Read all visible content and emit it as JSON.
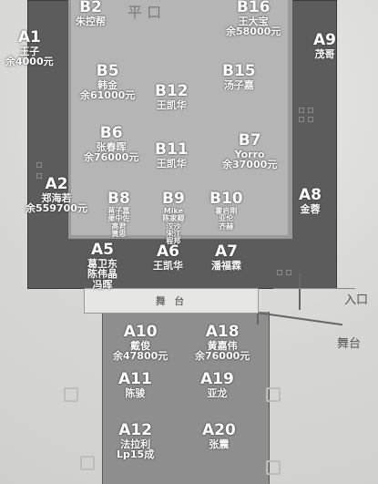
{
  "top_fragment": "平 口",
  "stage_label": "舞 台",
  "outside_labels": [
    "入口",
    "舞台"
  ],
  "booths": [
    {
      "code": "B2",
      "lines": [
        "朱控帮"
      ]
    },
    {
      "code": "B16",
      "lines": [
        "王大宝",
        "余58000元"
      ]
    },
    {
      "code": "A1",
      "lines": [
        "王子",
        "余4000元"
      ]
    },
    {
      "code": "A9",
      "lines": [
        "茂哥"
      ]
    },
    {
      "code": "B5",
      "lines": [
        "韩金",
        "余61000元"
      ]
    },
    {
      "code": "B15",
      "lines": [
        "汤子嘉"
      ]
    },
    {
      "code": "B12",
      "lines": [
        "王凯华"
      ]
    },
    {
      "code": "B6",
      "lines": [
        "张春晖",
        "余76000元"
      ]
    },
    {
      "code": "B7",
      "lines": [
        "Yorro",
        "余37000元"
      ]
    },
    {
      "code": "B11",
      "lines": [
        "王凯华"
      ]
    },
    {
      "code": "A2",
      "lines": [
        "郑海若",
        "余559700元"
      ]
    },
    {
      "code": "A8",
      "lines": [
        "金蓉"
      ]
    },
    {
      "code": "B8",
      "lines": [
        "蒋子嘉",
        "萧中佐",
        "高君",
        "黄思"
      ]
    },
    {
      "code": "B9",
      "lines": [
        "Mike",
        "陈家卿",
        "汉沙",
        "宋江",
        "程邦"
      ]
    },
    {
      "code": "B10",
      "lines": [
        "霍启刚",
        "亚伦",
        "齐赫"
      ]
    },
    {
      "code": "A5",
      "lines": [
        "葛卫东",
        "陈伟晶",
        "冯晖"
      ]
    },
    {
      "code": "A6",
      "lines": [
        "王凯华"
      ]
    },
    {
      "code": "A7",
      "lines": [
        "潘福霖"
      ]
    },
    {
      "code": "A10",
      "lines": [
        "戴俊",
        "余47800元"
      ]
    },
    {
      "code": "A18",
      "lines": [
        "黄嘉伟",
        "余76000元"
      ]
    },
    {
      "code": "A11",
      "lines": [
        "陈骏"
      ]
    },
    {
      "code": "A19",
      "lines": [
        "亚龙"
      ]
    },
    {
      "code": "A12",
      "lines": [
        "法拉利",
        "Lp15成"
      ]
    },
    {
      "code": "A20",
      "lines": [
        "张震"
      ]
    }
  ]
}
